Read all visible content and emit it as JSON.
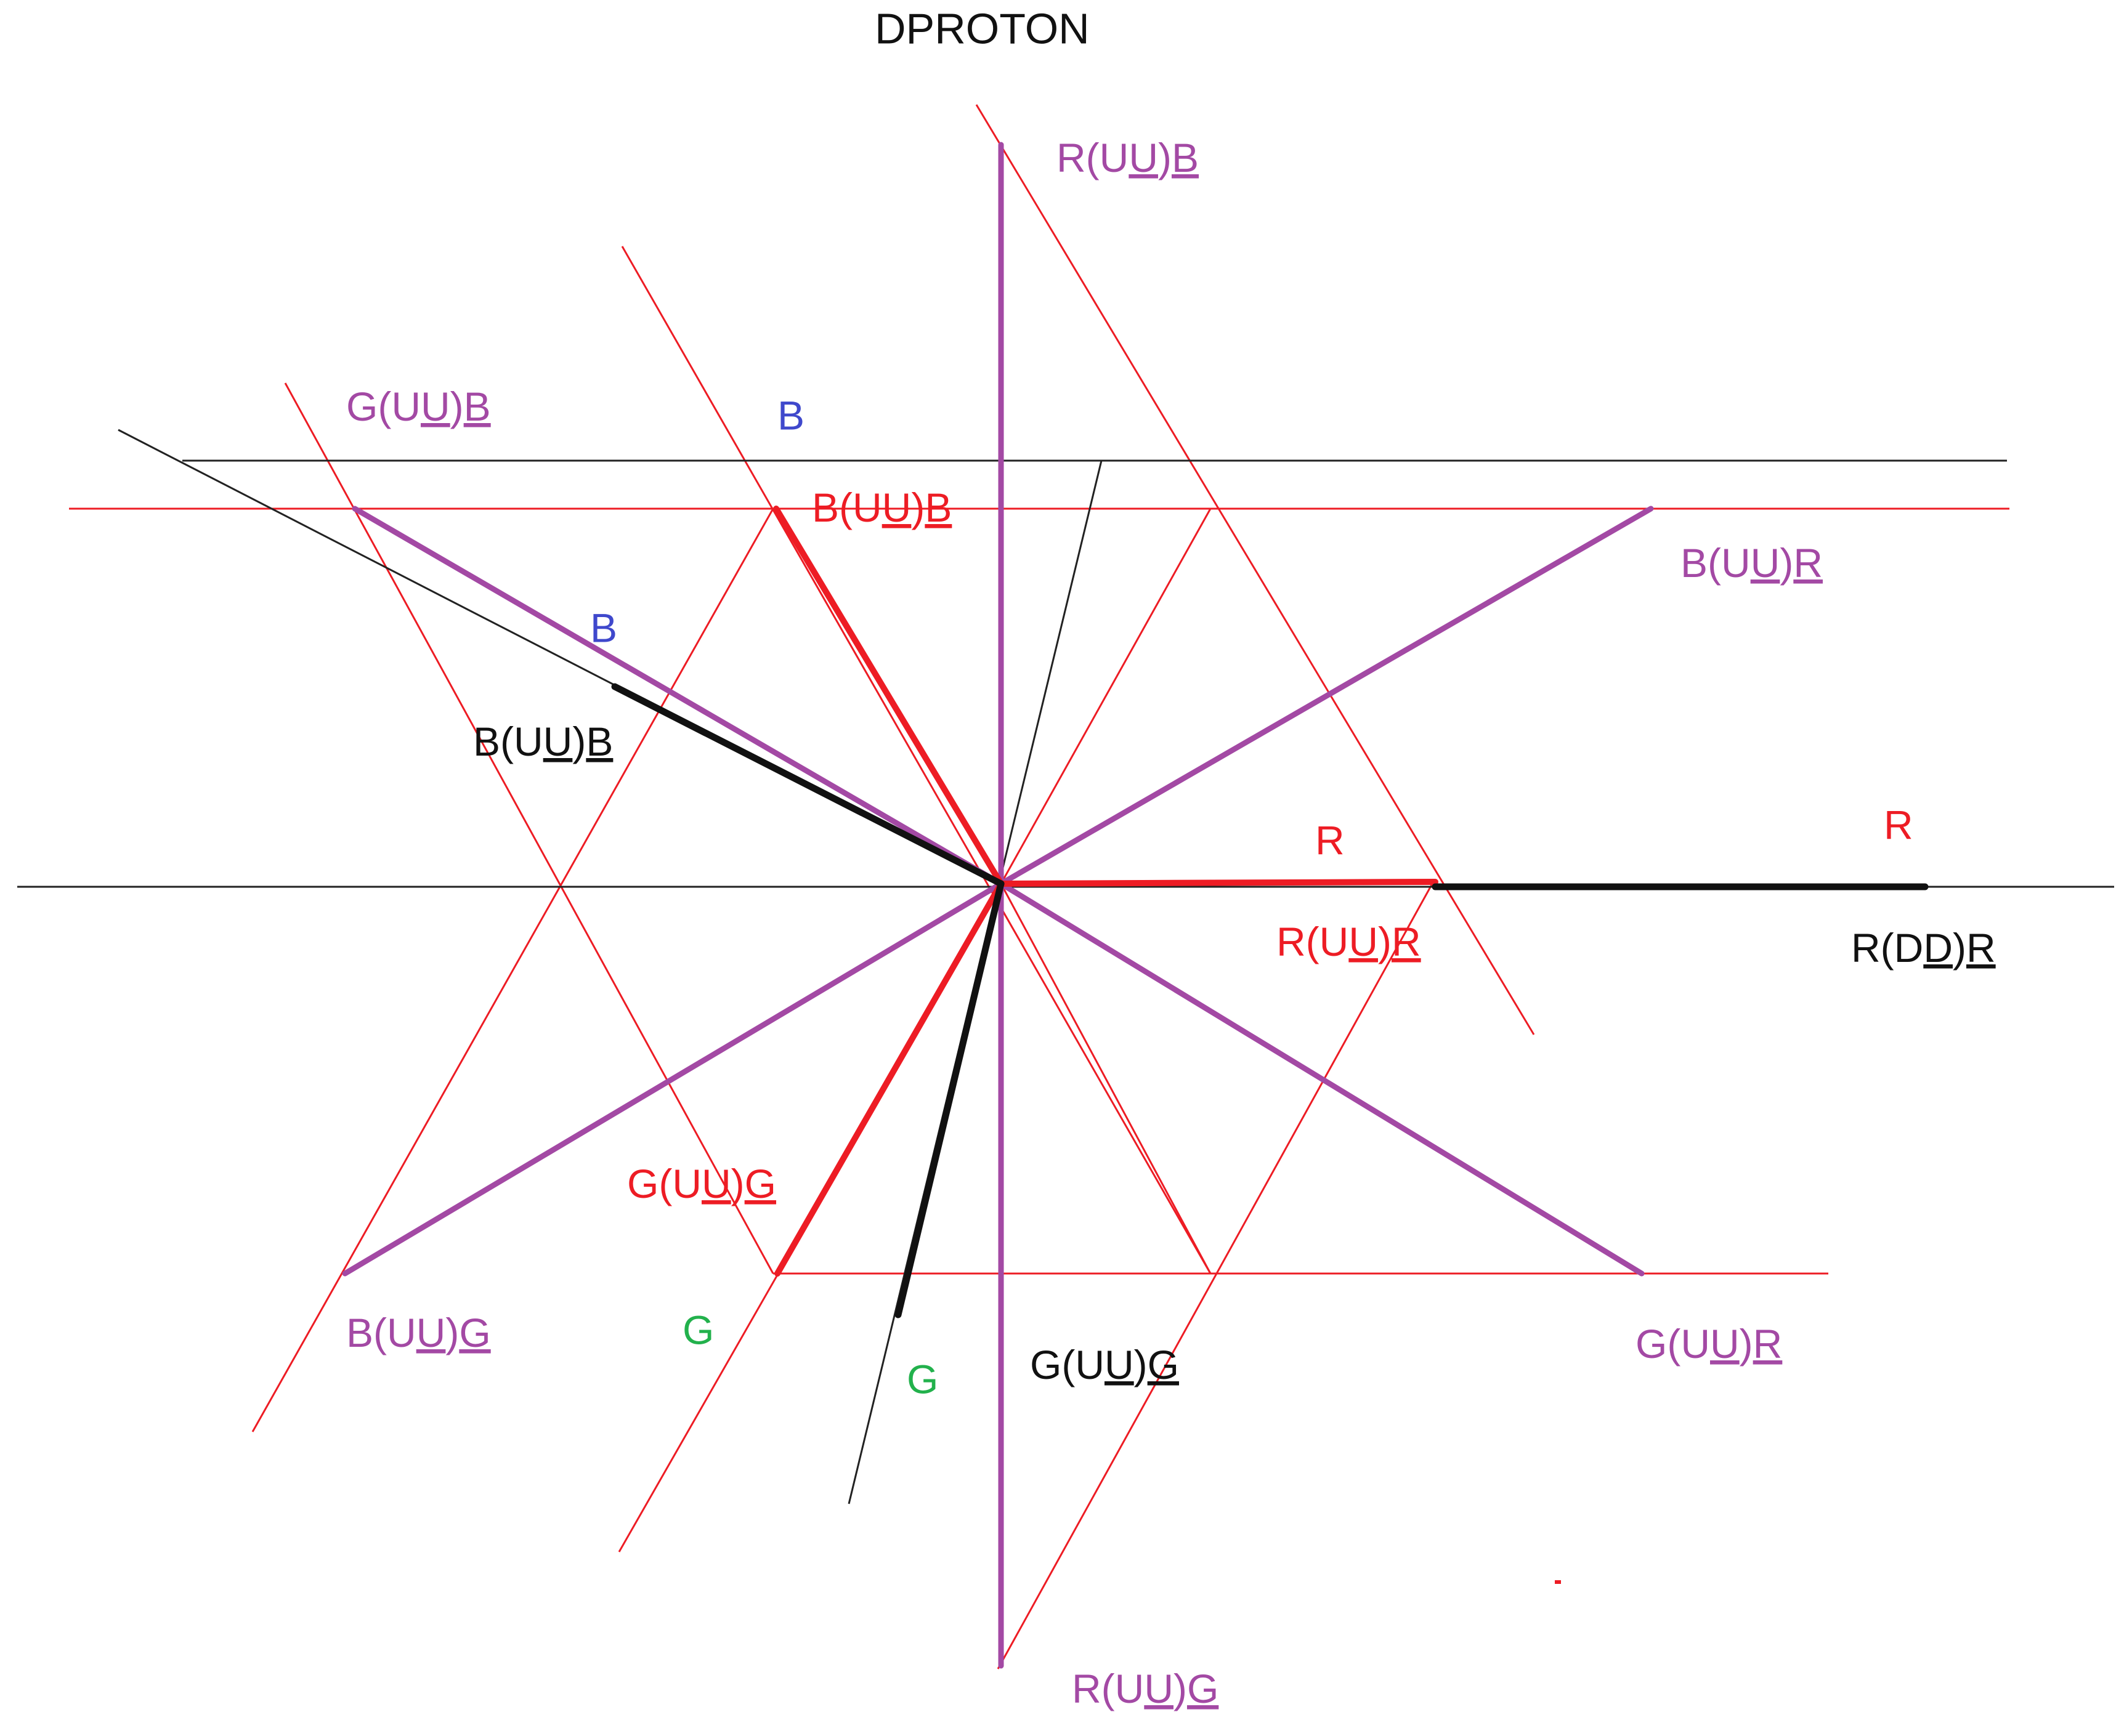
{
  "title": "DPROTON",
  "colors": {
    "purple": "#a349a4",
    "red": "#ed1c24",
    "black": "#111111",
    "blue": "#3f48cc",
    "green": "#22b14c"
  },
  "labels": {
    "r_uu_b": {
      "a": "R(U",
      "b": "U",
      "c": ")",
      "d": "B"
    },
    "g_uu_b": {
      "a": "G(U",
      "b": "U",
      "c": ")",
      "d": "B"
    },
    "b_uu_b_red": {
      "a": "B(U",
      "b": "U",
      "c": ")",
      "d": "B"
    },
    "b_uu_b_black": {
      "a": "B(U",
      "b": "U",
      "c": ")",
      "d": "B"
    },
    "b_uu_r": {
      "a": "B(U",
      "b": "U",
      "c": ")",
      "d": "R"
    },
    "r_uu_r": {
      "a": "R(U",
      "b": "U",
      "c": ")",
      "d": "R"
    },
    "r_dd_r": {
      "a": "R(D",
      "b": "D",
      "c": ")",
      "d": "R"
    },
    "g_uu_g_red": {
      "a": "G(U",
      "b": "U",
      "c": ")",
      "d": "G"
    },
    "g_uu_g_black": {
      "a": "G(U",
      "b": "U",
      "c": ")",
      "d": "G"
    },
    "b_uu_g": {
      "a": "B(U",
      "b": "U",
      "c": ")",
      "d": "G"
    },
    "g_uu_r": {
      "a": "G(U",
      "b": "U",
      "c": ")",
      "d": "R"
    },
    "r_uu_g": {
      "a": "R(U",
      "b": "U",
      "c": ")",
      "d": "G"
    }
  },
  "single": {
    "b_top": "B",
    "b_mid": "B",
    "r_mid": "R",
    "r_far": "R",
    "g_left": "G",
    "g_mid": "G"
  }
}
